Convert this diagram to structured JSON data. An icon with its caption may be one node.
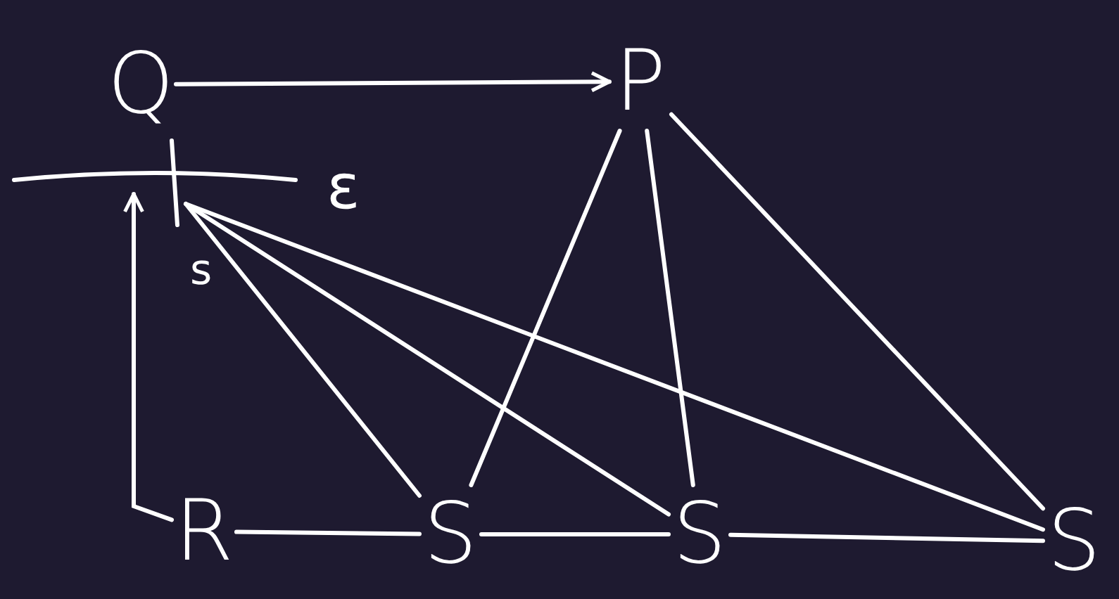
{
  "diagram": {
    "nodes": [
      {
        "text": [
          "Q"
        ]
      },
      {
        "text": [
          "P"
        ]
      },
      {
        "text": [
          "R"
        ]
      },
      {
        "text": [
          "S"
        ]
      },
      {
        "text": [
          "S"
        ]
      },
      {
        "text": [
          "S"
        ]
      }
    ],
    "edges": [
      {
        "from": 0,
        "to": 1,
        "arrow": "to"
      },
      {
        "from": 2,
        "to": 3,
        "arrow": "none"
      },
      {
        "from": 3,
        "to": 4,
        "arrow": "none"
      },
      {
        "from": 4,
        "to": 5,
        "arrow": "none"
      },
      {
        "from": 1,
        "to": 3,
        "arrow": "none"
      },
      {
        "from": 1,
        "to": 4,
        "arrow": "none"
      },
      {
        "from": 1,
        "to": 5,
        "arrow": "none"
      },
      {
        "from": 3,
        "to": null,
        "arrow": "none"
      },
      {
        "from": 4,
        "to": null,
        "arrow": "none"
      },
      {
        "from": 5,
        "to": null,
        "arrow": "none"
      },
      {
        "from": 2,
        "to": null,
        "arrow": "to"
      }
    ],
    "labels": [
      "ε",
      "s"
    ]
  }
}
